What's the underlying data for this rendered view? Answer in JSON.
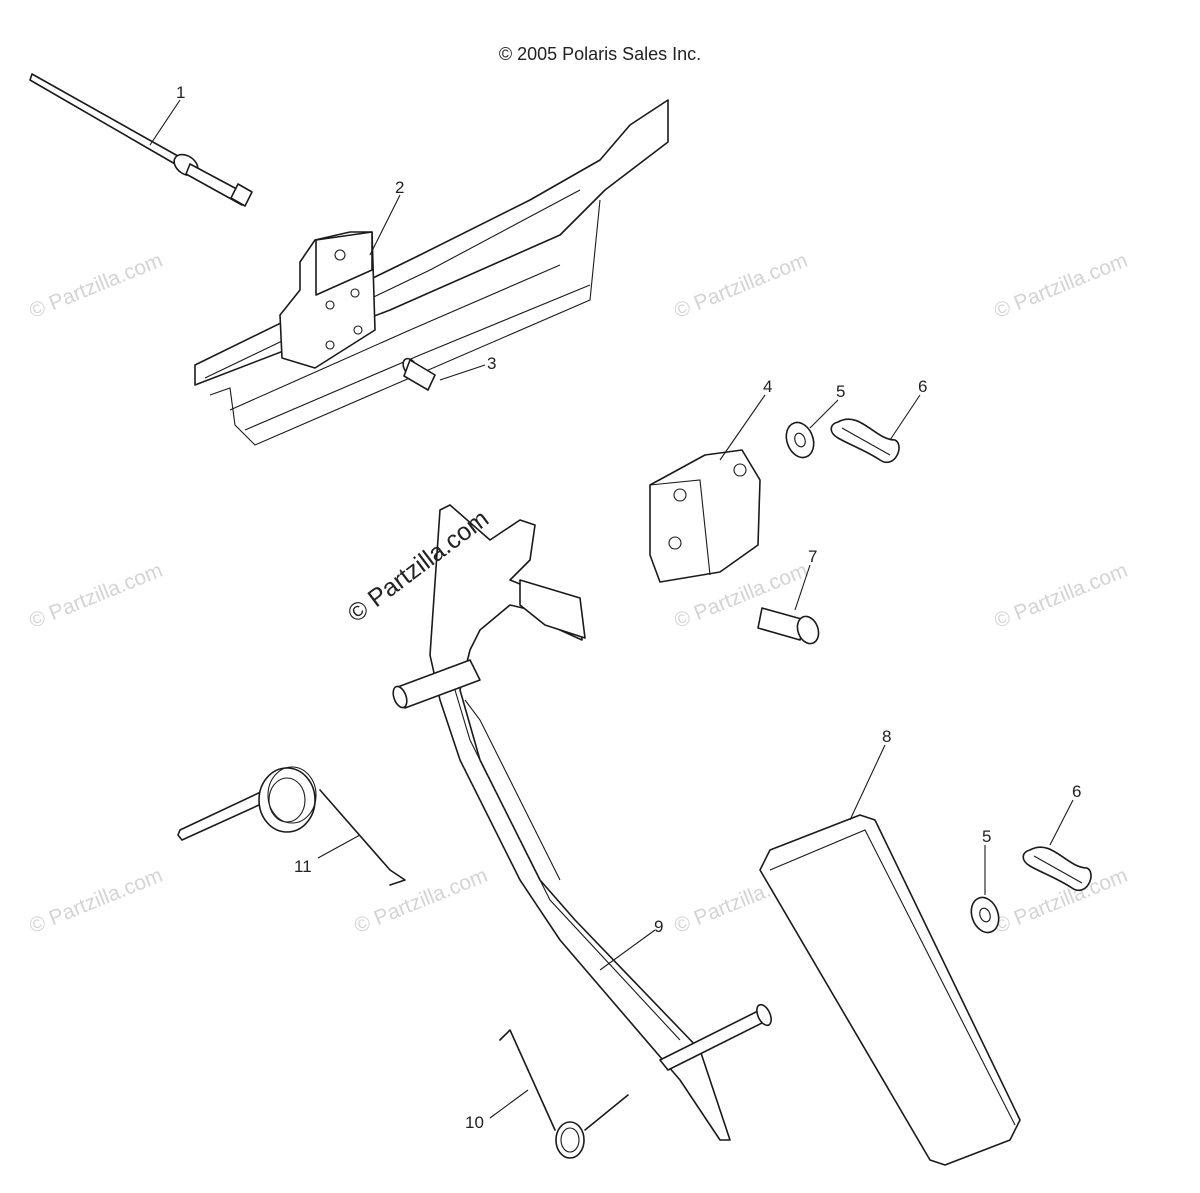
{
  "copyright": "© 2005 Polaris Sales Inc.",
  "watermark": "© Partzilla.com",
  "watermark_center": "© Partzilla.com",
  "callouts": [
    "1",
    "2",
    "3",
    "4",
    "5",
    "6",
    "7",
    "8",
    "9",
    "10",
    "11",
    "6",
    "5"
  ]
}
